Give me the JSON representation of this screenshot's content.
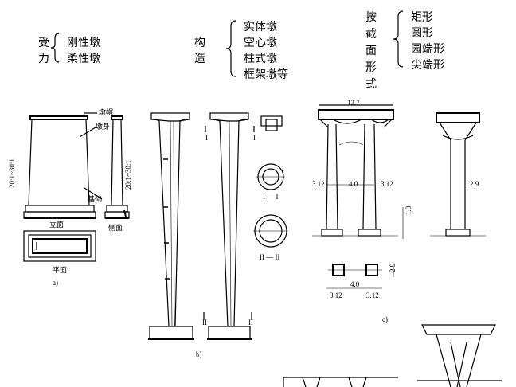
{
  "classification": {
    "force": {
      "head": [
        "受",
        "力"
      ],
      "items": [
        "刚性墩",
        "柔性墩"
      ]
    },
    "construction": {
      "head": [
        "构",
        "造"
      ],
      "items": [
        "实体墩",
        "空心墩",
        "柱式墩",
        "框架墩等"
      ]
    },
    "section": {
      "head": [
        "按",
        "截",
        "面",
        "形",
        "式"
      ],
      "items": [
        "矩形",
        "圆形",
        "园端形",
        "尖端形"
      ]
    }
  },
  "fig_a": {
    "labels": {
      "cap": "墩帽",
      "body": "墩身",
      "foundation": "基础",
      "elevation": "立面",
      "side": "侧面",
      "plan": "平面",
      "tag": "a)"
    },
    "slopes": {
      "left": "20:1~30:1",
      "right": "20:1~30:1"
    }
  },
  "fig_b": {
    "sections": {
      "s1": "I — I",
      "s2": "II — II"
    },
    "marks": {
      "i_left": "I",
      "i_right": "I",
      "ii_left": "II",
      "ii_right": "II"
    },
    "tag": "b)"
  },
  "fig_c": {
    "dims": {
      "top_width": "12.7",
      "col_height_left": "3.12",
      "spacing": "4.0",
      "col_height_right": "3.12",
      "side_height": "2.9",
      "depth": "1.8",
      "plan_w1": "3.12",
      "plan_spacing": "4.0",
      "plan_w2": "3.12",
      "plan_height": "2.9"
    },
    "tag": "c)"
  }
}
